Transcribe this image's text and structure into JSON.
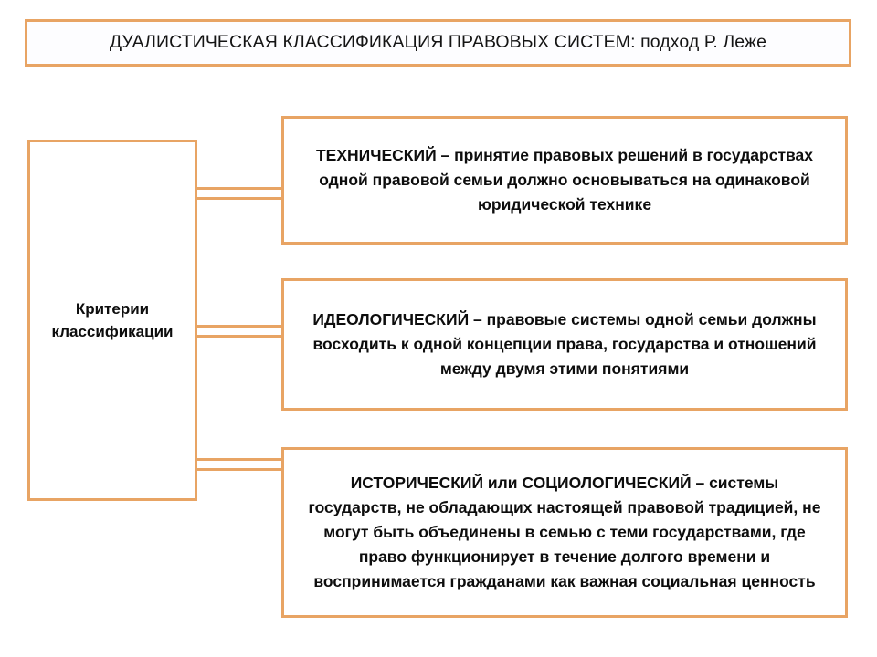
{
  "slide": {
    "title": "ДУАЛИСТИЧЕСКАЯ КЛАССИФИКАЦИЯ ПРАВОВЫХ СИСТЕМ:  подход Р. Леже",
    "root_label": "Критерии\nклассификации"
  },
  "criteria": [
    {
      "id": "technical",
      "lead": "ТЕХНИЧЕСКИЙ",
      "body": " – принятие правовых решений в государствах одной правовой семьи должно основываться на одинаковой юридической технике",
      "full": "ТЕХНИЧЕСКИЙ – принятие правовых решений в государствах одной правовой семьи должно основываться на одинаковой юридической технике"
    },
    {
      "id": "ideological",
      "lead": "ИДЕОЛОГИЧЕСКИЙ",
      "body": " – правовые системы одной семьи должны восходить к одной концепции права, государства и отношений между двумя этими понятиями",
      "full": "ИДЕОЛОГИЧЕСКИЙ – правовые системы одной семьи должны восходить к одной концепции права, государства и отношений между двумя этими понятиями"
    },
    {
      "id": "historical",
      "lead": "ИСТОРИЧЕСКИЙ  или  СОЦИОЛОГИЧЕСКИЙ",
      "body": " – системы государств, не обладающих настоящей правовой традицией, не могут быть объединены в семью с теми государствами, где право функционирует в течение долгого времени и воспринимается гражданами как важная социальная ценность",
      "full": "ИСТОРИЧЕСКИЙ  или  СОЦИОЛОГИЧЕСКИЙ – системы государств, не обладающих настоящей правовой традицией, не могут быть объединены в семью с теми государствами, где право функционирует в течение долгого времени и воспринимается гражданами как важная социальная ценность"
    }
  ],
  "colors": {
    "border": "#e8a464",
    "text": "#0d0d0d",
    "background": "#ffffff",
    "title_background": "#fdfdff"
  }
}
